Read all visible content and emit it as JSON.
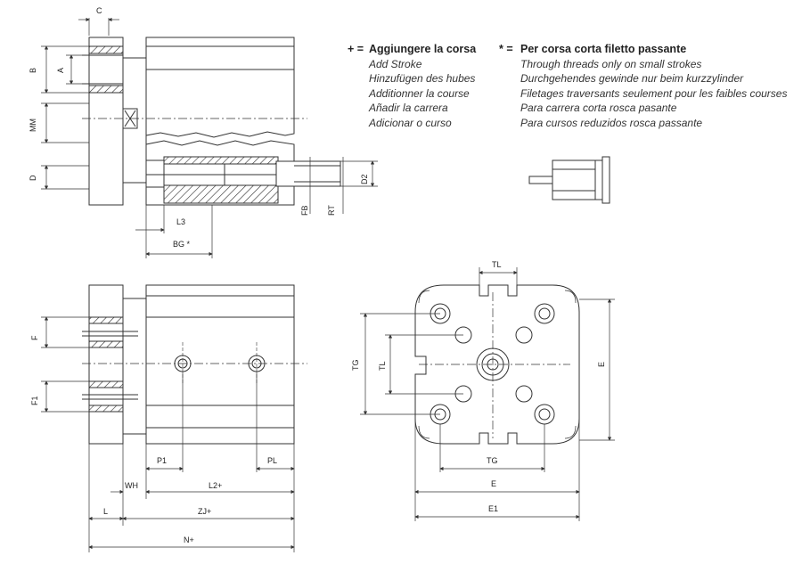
{
  "notes": {
    "stroke": {
      "symbol": "+ =",
      "title": "Aggiungere la corsa",
      "lines": [
        "Add Stroke",
        "Hinzufügen des hubes",
        "Additionner la course",
        "Añadir la carrera",
        "Adicionar o curso"
      ]
    },
    "short": {
      "symbol": "* =",
      "title": "Per corsa corta filetto passante",
      "lines": [
        "Through threads only on small strokes",
        "Durchgehendes gewinde nur beim kurzzylinder",
        "Filetages traversants seulement pour les faibles courses",
        "Para carrera corta rosca pasante",
        "Para cursos reduzidos rosca passante"
      ]
    }
  },
  "dimensions": {
    "c": "C",
    "b": "B",
    "a": "A",
    "mm": "MM",
    "d": "D",
    "d2": "D2",
    "fb": "FB",
    "rt": "RT",
    "l3": "L3",
    "bg": "BG *",
    "f": "F",
    "f1": "F1",
    "p1": "P1",
    "pl": "PL",
    "wh": "WH",
    "l2": "L2+",
    "l": "L",
    "zj": "ZJ+",
    "n": "N+",
    "tl_top": "TL",
    "tg_left": "TG",
    "tl_left": "TL",
    "e_right": "E",
    "tg_bottom": "TG",
    "e_bottom": "E",
    "e1": "E1"
  }
}
